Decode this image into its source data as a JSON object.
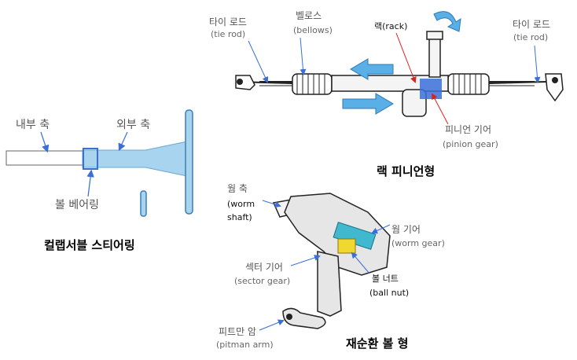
{
  "collapsible": {
    "inner_shaft": "내부 축",
    "outer_shaft": "외부 축",
    "ball_bearing": "볼 베어링",
    "title": "컬랩서블 스티어링"
  },
  "rack_pinion": {
    "tie_rod_left_ko": "타이 로드",
    "tie_rod_left_en": "(tie rod)",
    "bellows_ko": "벨로스",
    "bellows_en": "(bellows)",
    "rack": "랙(rack)",
    "tie_rod_right_ko": "타이 로드",
    "tie_rod_right_en": "(tie rod)",
    "pinion_ko": "피니언 기어",
    "pinion_en": "(pinion gear)",
    "title": "랙 피니언형"
  },
  "ball_nut": {
    "worm_shaft_ko": "웜 축",
    "worm_shaft_en1": "(worm",
    "worm_shaft_en2": "shaft)",
    "worm_gear_ko": "웜 기어",
    "worm_gear_en": "(worm gear)",
    "sector_ko": "섹터 기어",
    "sector_en": "(sector gear)",
    "ballnut_ko": "볼 너트",
    "ballnut_en": "(ball nut)",
    "pitman_ko": "피트만 암",
    "pitman_en": "(pitman arm)",
    "title": "재순환 볼 형"
  },
  "colors": {
    "shaft_blue": "#a8d4f0",
    "accent_blue": "#3a6fd8",
    "arrow_blue": "#5ab0e6",
    "red": "#e02020"
  }
}
